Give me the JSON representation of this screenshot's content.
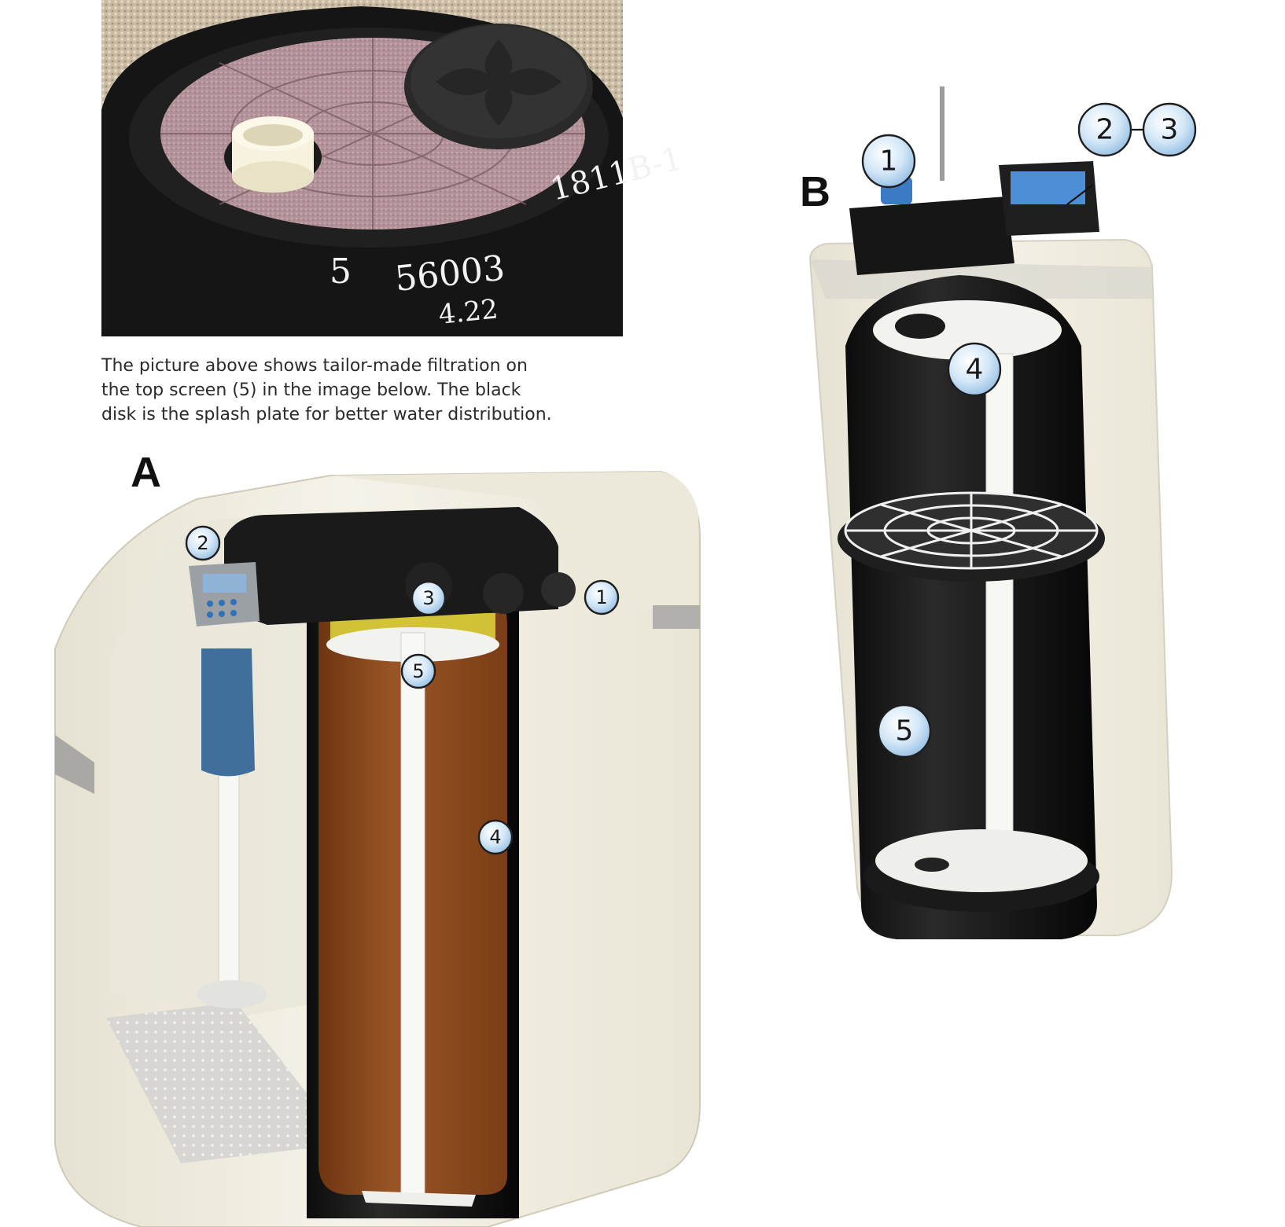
{
  "photo": {
    "tank_markings": [
      "1811B-1",
      "5",
      "56003",
      "4.22"
    ]
  },
  "caption": {
    "lines": [
      "The picture above shows tailor-made filtration on",
      "the top screen (5) in the image below. The black",
      "disk is the splash plate for better water distribution."
    ]
  },
  "diagram_a": {
    "label": "A",
    "callouts": [
      "2",
      "3",
      "1",
      "5",
      "4"
    ]
  },
  "diagram_b": {
    "label": "B",
    "callouts": [
      "1",
      "2",
      "3",
      "4",
      "5"
    ]
  },
  "colors": {
    "bubble": "#cfe4f5",
    "cabinet": "#f1eee2",
    "tank_black": "#141414",
    "resin_brown": "#8b4a1e",
    "filter_pink": "#b58a96",
    "controller_blue": "#2f72b8"
  }
}
